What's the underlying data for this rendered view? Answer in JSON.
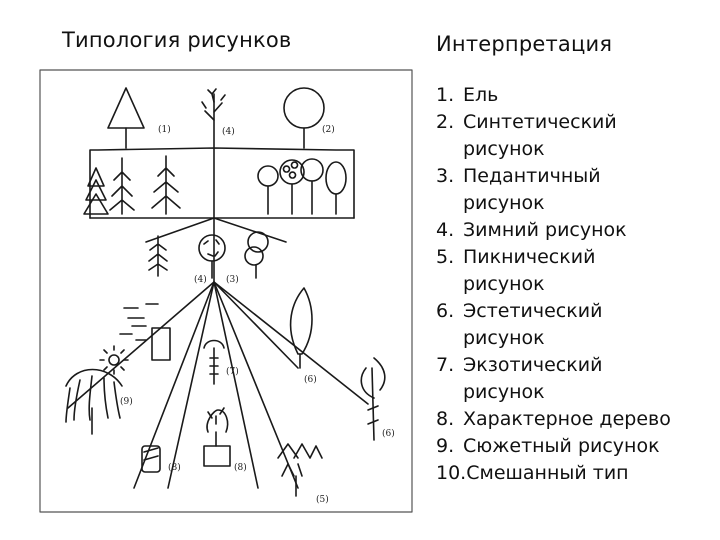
{
  "slide": {
    "title_left": "Типология рисунков",
    "title_right": "Интерпретация"
  },
  "figure": {
    "labels": [
      "(1)",
      "(4)",
      "(2)",
      "(4)",
      "(3)",
      "(7)",
      "(6)",
      "(9)",
      "(8)",
      "(8)",
      "(6)",
      "(5)"
    ]
  },
  "legend": [
    {
      "num": "1.",
      "text": "Ель"
    },
    {
      "num": "2.",
      "text": "Синтетический\nрисунок"
    },
    {
      "num": "3.",
      "text": "Педантичный\nрисунок"
    },
    {
      "num": "4.",
      "text": "Зимний рисунок"
    },
    {
      "num": "5.",
      "text": "Пикнический\nрисунок"
    },
    {
      "num": "6.",
      "text": "Эстетический\nрисунок"
    },
    {
      "num": "7.",
      "text": "Экзотический\nрисунок"
    },
    {
      "num": "8.",
      "text": "Характерное дерево"
    },
    {
      "num": "9.",
      "text": "Сюжетный рисунок"
    },
    {
      "num": "10.",
      "text": "Смешанный тип"
    }
  ]
}
